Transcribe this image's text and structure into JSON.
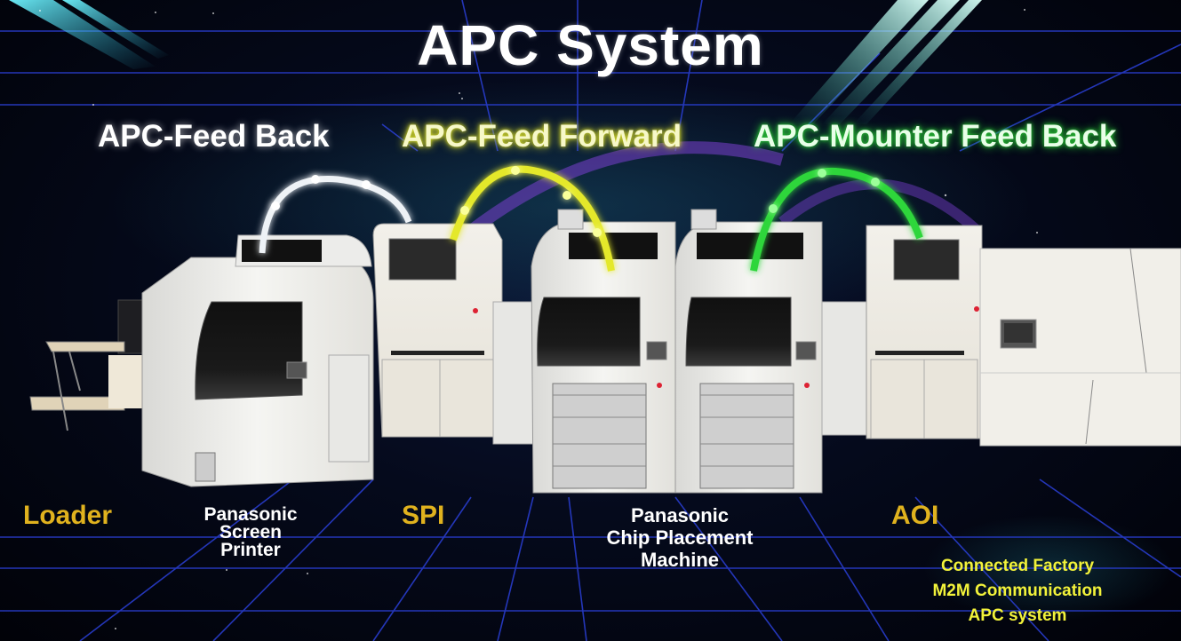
{
  "title": "APC System",
  "feed_labels": {
    "feed_back": "APC-Feed Back",
    "feed_forward": "APC-Feed Forward",
    "mounter_feed_back": "APC-Mounter Feed Back"
  },
  "feed_colors": {
    "feed_back": "#ffffff",
    "feed_forward": "#e4e82a",
    "mounter_feed_back": "#2fd63a"
  },
  "machines": {
    "loader": "Loader",
    "screen_printer": [
      "Panasonic",
      "Screen",
      "Printer"
    ],
    "spi": "SPI",
    "chip_placement": [
      "Panasonic",
      "Chip Placement",
      "Machine"
    ],
    "aoi": "AOI"
  },
  "label_colors": {
    "gold": "#e0b21e",
    "white": "#ffffff",
    "yellow": "#f2f23a"
  },
  "footer": [
    "Connected Factory",
    "M2M Communication",
    "APC system"
  ]
}
